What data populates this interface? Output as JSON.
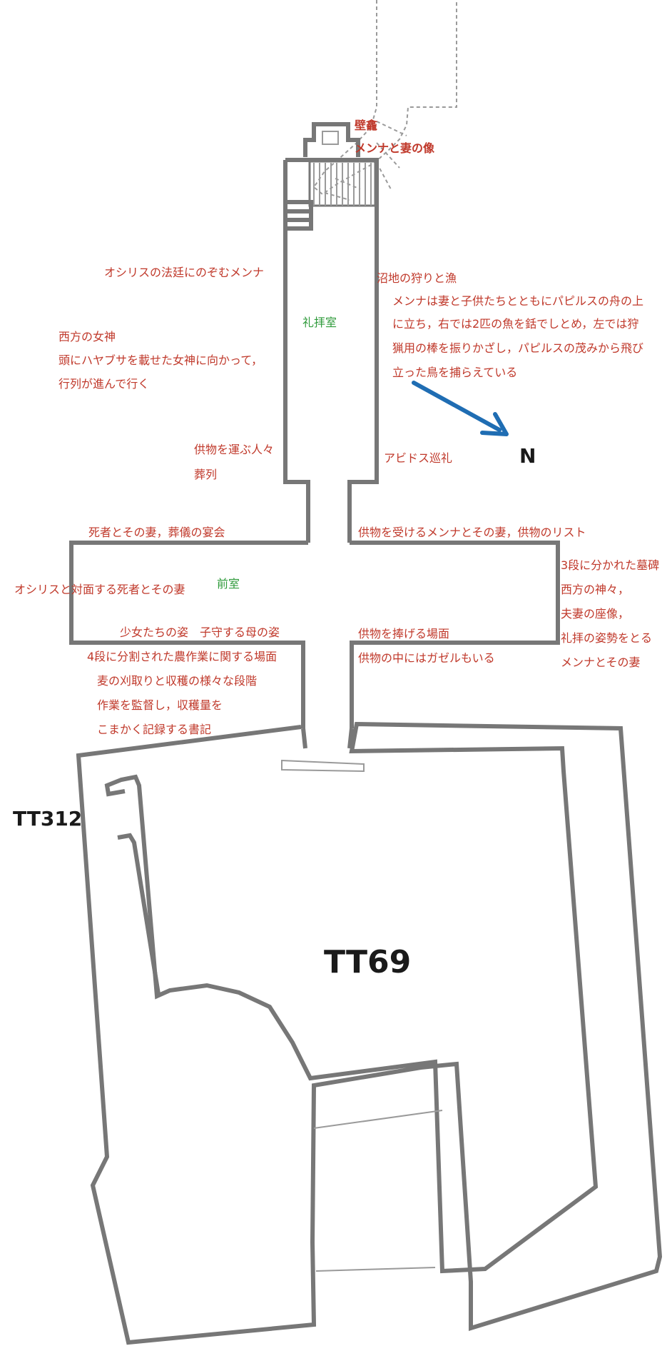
{
  "labels": {
    "niche": "壁龕",
    "statue": "メンナと妻の像",
    "chapel_room": "礼拝室",
    "osiris_court": "オシリスの法廷にのぞむメンナ",
    "west_goddess_1": "西方の女神",
    "west_goddess_2": "頭にハヤブサを載せた女神に向かって，",
    "west_goddess_3": "行列が進んで行く",
    "offerings_bearers": "供物を運ぶ人々",
    "funeral_procession": "葬列",
    "marsh_title": "沼地の狩りと漁",
    "marsh_1": "メンナは妻と子供たちとともにパピルスの舟の上",
    "marsh_2": "に立ち，右では2匹の魚を銛でしとめ，左では狩",
    "marsh_3": "猟用の棒を振りかざし，パピルスの茂みから飛び",
    "marsh_4": "立った鳥を捕らえている",
    "abydos": "アビドス巡礼",
    "north": "N",
    "banquet": "死者とその妻，葬儀の宴会",
    "receiving_offerings": "供物を受けるメンナとその妻，供物のリスト",
    "stela_1": "3段に分かれた墓碑",
    "stela_2": "西方の神々，",
    "stela_3": "夫妻の座像，",
    "stela_4": "礼拝の姿勢をとる",
    "stela_5": "メンナとその妻",
    "osiris_facing": "オシリスと対面する死者とその妻",
    "front_room": "前室",
    "girls_mother": "少女たちの姿　子守する母の姿",
    "offering_scene": "供物を捧げる場面",
    "gazelle": "供物の中にはガゼルもいる",
    "agri_1": "4段に分割された農作業に関する場面",
    "agri_2": "麦の刈取りと収穫の様々な段階",
    "agri_3": "作業を監督し，収穫量を",
    "agri_4": "こまかく記録する書記",
    "tt312": "TT312",
    "tt69": "TT69"
  },
  "colors": {
    "label_red": "#c0392b",
    "label_green": "#2e9a3a",
    "wall_gray": "#777777",
    "arrow_blue": "#1f6db3",
    "tag_black": "#1a1a1a"
  },
  "icons": {
    "north_arrow": "north-arrow-icon"
  }
}
